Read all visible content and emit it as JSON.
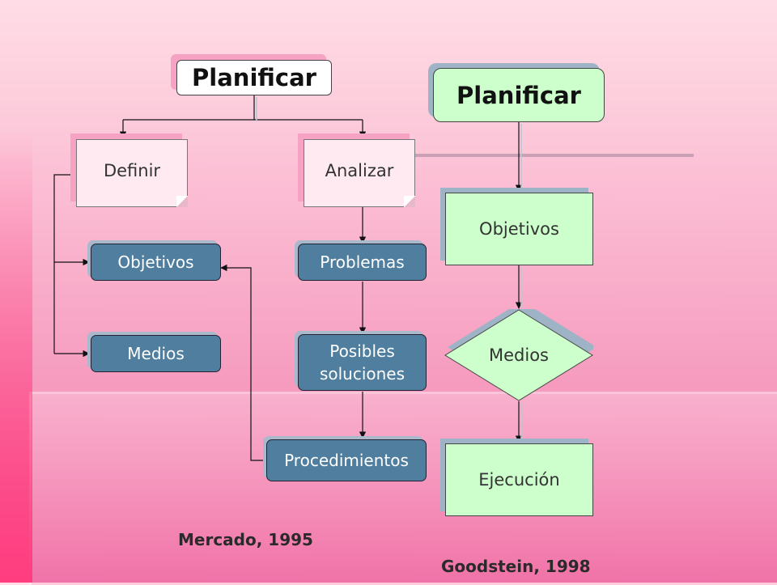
{
  "left_diagram": {
    "title": "Planificar",
    "definir": "Definir",
    "analizar": "Analizar",
    "objetivos": "Objetivos",
    "medios": "Medios",
    "problemas": "Problemas",
    "posibles_soluciones_line1": "Posibles",
    "posibles_soluciones_line2": "soluciones",
    "procedimientos": "Procedimientos",
    "citation": "Mercado, 1995"
  },
  "right_diagram": {
    "title": "Planificar",
    "objetivos": "Objetivos",
    "medios": "Medios",
    "ejecucion": "Ejecución",
    "citation": "Goodstein, 1998"
  },
  "colors": {
    "navy_box": "#4f7e9e",
    "green_box": "#ccffcc",
    "note_fill": "#ffeaf1",
    "background_top": "#ffdde6",
    "background_bottom": "#ef6aa2"
  }
}
